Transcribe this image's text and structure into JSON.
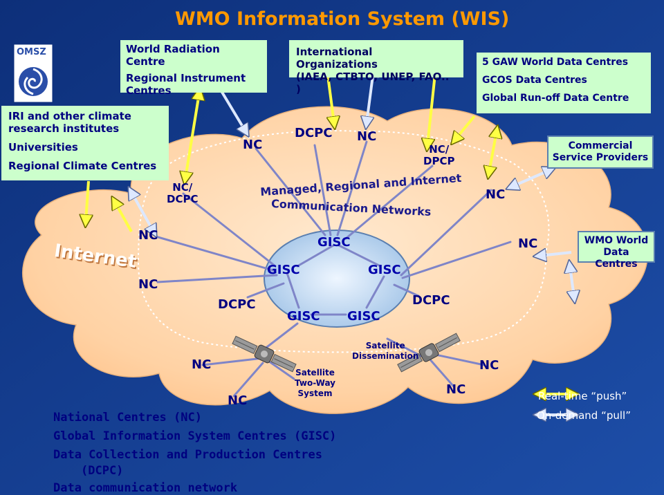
{
  "title": "WMO Information System (WIS)",
  "logo_text": "OMSZ",
  "internet_label": "Internet",
  "network_label_line1": "Managed, Regional and Internet",
  "network_label_line2": "Communication Networks",
  "boxes": {
    "radiation": [
      "World Radiation Centre",
      "Regional Instrument",
      "Centres"
    ],
    "intl_orgs": [
      "International Organizations",
      "(IAEA, CTBTO, UNEP, FAO.. )"
    ],
    "gaw": [
      "5 GAW World Data Centres",
      "GCOS Data Centres",
      "Global Run-off Data Centre"
    ],
    "iri": [
      "IRI and other climate",
      "research institutes",
      "Universities",
      "Regional Climate Centres"
    ],
    "commercial": [
      "Commercial",
      "Service Providers"
    ],
    "wmo_wdc": [
      "WMO World",
      "Data Centres"
    ]
  },
  "nodes": {
    "nc": "NC",
    "dcpc": "DCPC",
    "nc_dcpc": [
      "NC/",
      "DCPC"
    ],
    "nc_dpcp": [
      "NC/",
      "DPCP"
    ],
    "gisc": "GISC"
  },
  "satellite_two_way": [
    "Satellite",
    "Two-Way",
    "System"
  ],
  "satellite_dissemination": [
    "Satellite",
    "Dissemination"
  ],
  "legend_arrows": {
    "push": "Real-time “push”",
    "pull": "On-demand “pull”"
  },
  "legend_text": [
    "National Centres (NC)",
    "Global Information System Centres (GISC)",
    "Data Collection and Production Centres",
    "(DCPC)",
    "Data communication network"
  ],
  "colors": {
    "background": "#123a8c",
    "title": "#ff9900",
    "box_fill": "#ccffcc",
    "box_text": "#000080",
    "cloud": "#ffd0a0",
    "gisc_ring": "#c0d8ee",
    "push_arrow": "#ffff44",
    "pull_arrow": "#ccddff",
    "link": "#7f85c8"
  }
}
